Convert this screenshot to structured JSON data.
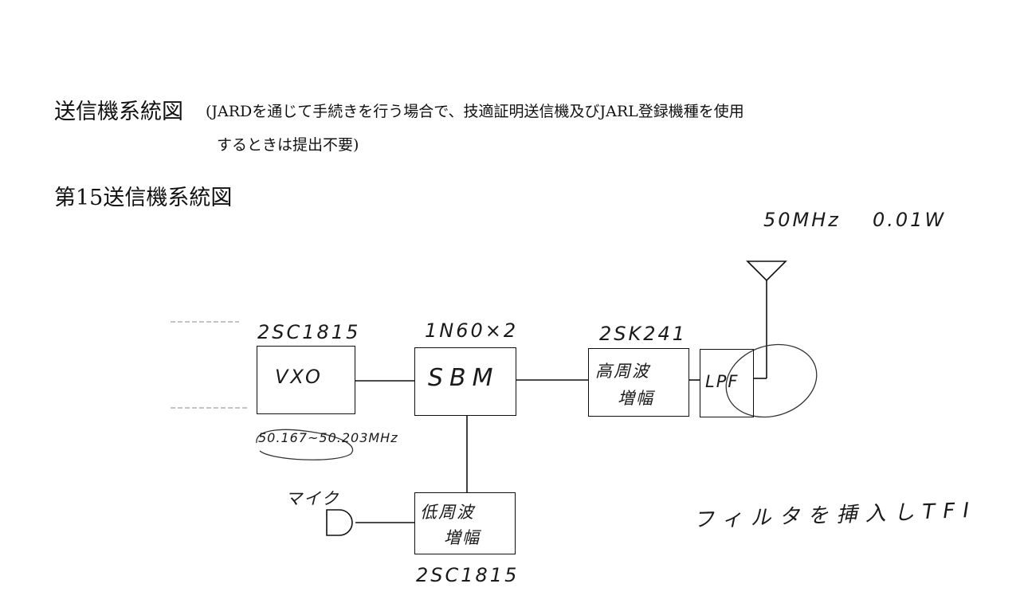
{
  "header": {
    "title": "送信機系統図",
    "note_line1": "(JARDを通じて手続きを行う場合で、技適証明送信機及びJARL登録機種を使用",
    "note_line2": "するときは提出不要)"
  },
  "diagram": {
    "title": "第15送信機系統図",
    "band": "50MHz",
    "power": "0.01W",
    "blocks": {
      "vxo": {
        "label": "VXO",
        "part": "2SC1815",
        "freq": "50.167~50.203MHz"
      },
      "sbm": {
        "label": "SBM",
        "part": "1N60×2"
      },
      "rf_amp": {
        "label_line1": "高周波",
        "label_line2": "増幅",
        "part": "2SK241"
      },
      "lpf": {
        "label": "LPF"
      },
      "af_amp": {
        "label_line1": "低周波",
        "label_line2": "増幅",
        "part": "2SC1815"
      }
    },
    "mic_label": "マイク",
    "annotation": "フィルタを挿入しTFI"
  }
}
